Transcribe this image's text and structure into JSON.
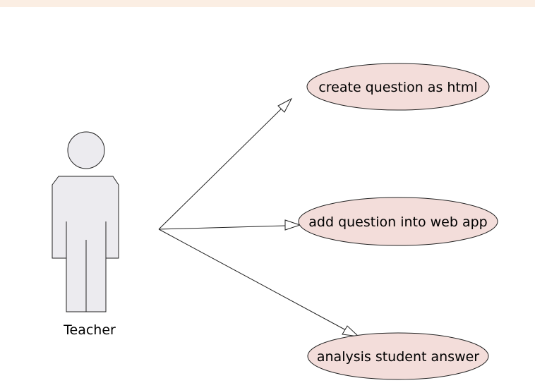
{
  "diagram": {
    "actor": {
      "label": "Teacher"
    },
    "use_cases": [
      {
        "label": "create question as html"
      },
      {
        "label": "add question into web app"
      },
      {
        "label": "analysis student answer"
      }
    ]
  },
  "colors": {
    "top_bar": "#fbeee3",
    "actor_fill": "#ecebef",
    "usecase_fill": "#f3ddda",
    "line": "#222222"
  }
}
